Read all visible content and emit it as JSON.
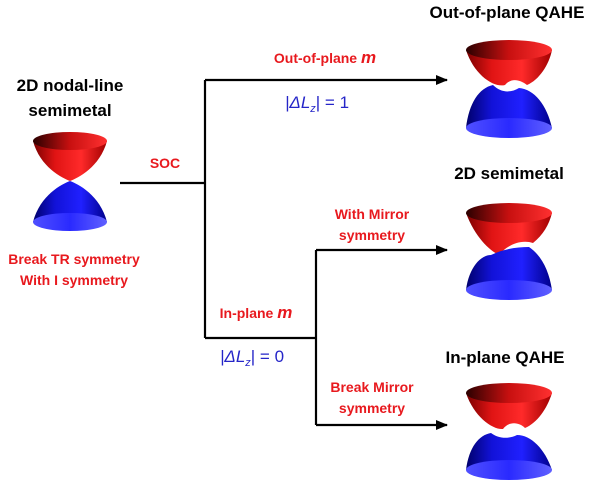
{
  "source": {
    "title_line1": "2D nodal-line",
    "title_line2": "semimetal",
    "annotation_line1": "Break TR symmetry",
    "annotation_line2": "With I symmetry"
  },
  "soc_label": "SOC",
  "upper_branch": {
    "label_prefix": "Out-of-plane ",
    "label_var": "m",
    "math_prefix": "|ΔL",
    "math_sub": "z",
    "math_suffix": "| = 1",
    "result_title": "Out-of-plane QAHE"
  },
  "lower_branch": {
    "label_prefix": "In-plane ",
    "label_var": "m",
    "math_prefix": "|ΔL",
    "math_sub": "z",
    "math_suffix": "| = 0",
    "mirror_branch": {
      "label_line1": "With Mirror",
      "label_line2": "symmetry",
      "result_title": "2D semimetal"
    },
    "break_mirror_branch": {
      "label_line1": "Break Mirror",
      "label_line2": "symmetry",
      "result_title": "In-plane QAHE"
    }
  },
  "colors": {
    "red_text": "#e8191e",
    "blue_text": "#2525c8",
    "line": "#000000",
    "cone_red": "#e01010",
    "cone_blue": "#1010d8"
  }
}
